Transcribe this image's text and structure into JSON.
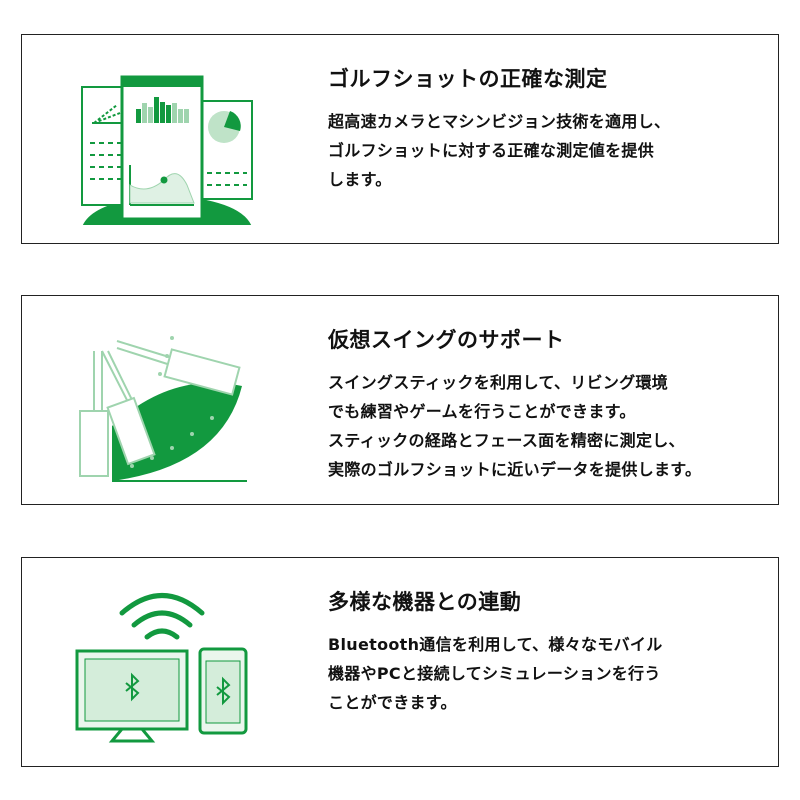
{
  "colors": {
    "accent": "#12993f",
    "light": "#bfe3c8"
  },
  "cards": [
    {
      "icon": "analytics-dashboard-icon",
      "title": "ゴルフショットの正確な測定",
      "lines": [
        "超高速カメラとマシンビジョン技術を適用し、",
        "ゴルフショットに対する正確な測定値を提供",
        "します。"
      ]
    },
    {
      "icon": "swing-stick-icon",
      "title": "仮想スイングのサポート",
      "lines": [
        "スイングスティックを利用して、リビング環境",
        "でも練習やゲームを行うことができます。",
        "スティックの経路とフェース面を精密に測定し、",
        "実際のゴルフショットに近いデータを提供します。"
      ]
    },
    {
      "icon": "bluetooth-devices-icon",
      "title": "多様な機器との連動",
      "lines": [
        "Bluetooth通信を利用して、様々なモバイル",
        "機器やPCと接続してシミュレーションを行う",
        "ことができます。"
      ]
    }
  ]
}
